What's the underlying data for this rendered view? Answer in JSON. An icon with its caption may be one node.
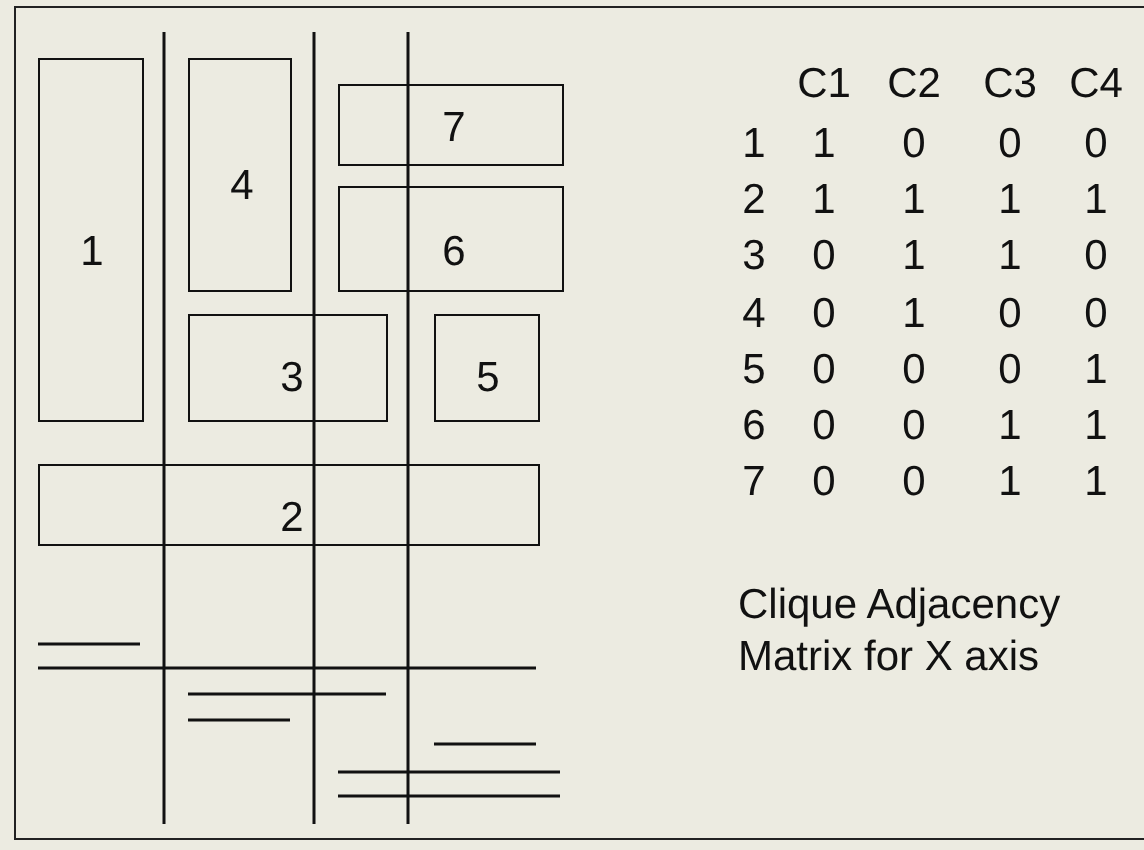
{
  "diagram": {
    "caption": "Clique Adjacency Matrix for X axis",
    "nodes": [
      {
        "text": [
          "1"
        ]
      },
      {
        "text": [
          "4"
        ]
      },
      {
        "text": [
          "7"
        ]
      },
      {
        "text": [
          "6"
        ]
      },
      {
        "text": [
          "3"
        ]
      },
      {
        "text": [
          "5"
        ]
      },
      {
        "text": [
          "2"
        ]
      }
    ],
    "labels": [
      "C1",
      "C2",
      "C3",
      "C4",
      "1",
      "1",
      "0",
      "0",
      "0",
      "2",
      "1",
      "1",
      "1",
      "1",
      "3",
      "0",
      "1",
      "1",
      "0",
      "4",
      "0",
      "1",
      "0",
      "0",
      "5",
      "0",
      "0",
      "0",
      "1",
      "6",
      "0",
      "0",
      "1",
      "1",
      "7",
      "0",
      "0",
      "1",
      "1"
    ]
  }
}
